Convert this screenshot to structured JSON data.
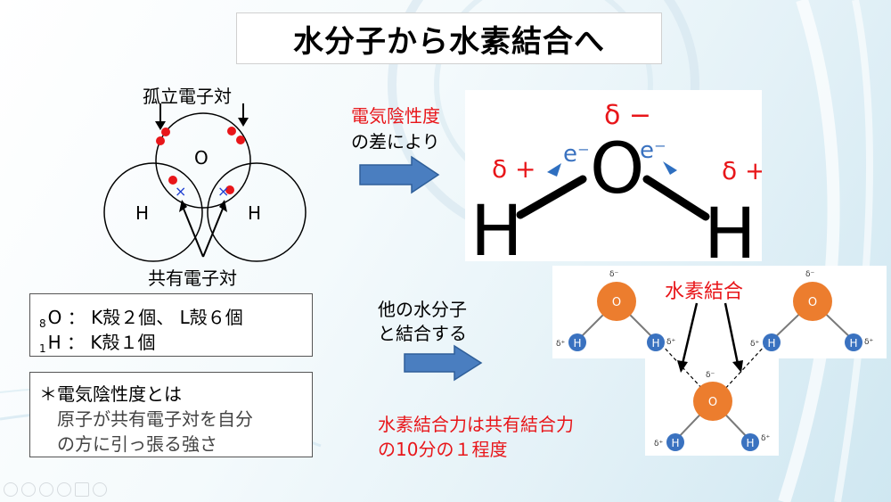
{
  "title": "水分子から水素結合へ",
  "diagram_left": {
    "lone_pair_label": "孤立電子対",
    "shared_pair_label": "共有電子対",
    "atom_O": "O",
    "atom_H_left": "H",
    "atom_H_right": "H"
  },
  "electron_info": {
    "line1_sub": "8",
    "line1_text": "O ： K殻２個、 L殻６個",
    "line2_sub": "1",
    "line2_text": "H ： K殻１個"
  },
  "definition": {
    "heading": "＊電気陰性度とは",
    "body_line1": "原子が共有電子対を自分",
    "body_line2": "の方に引っ張る強さ"
  },
  "polarity": {
    "caption_red": "電気陰性度",
    "caption_black": "の差により",
    "delta_minus": "δ −",
    "delta_plus_left": "δ +",
    "delta_plus_right": "δ +",
    "atom_O": "O",
    "atom_H_left": "H",
    "atom_H_right": "H",
    "electron_left": "e⁻",
    "electron_right": "e⁻"
  },
  "hbond": {
    "caption_line1": "他の水分子",
    "caption_line2": "と結合する",
    "hbond_label": "水素結合",
    "note_line1": "水素結合力は共有結合力",
    "note_line2": "の10分の１程度",
    "atom_O": "O",
    "atom_H": "H",
    "delta_minus_small": "δ⁻",
    "delta_plus_small": "δ⁺"
  },
  "colors": {
    "accent_red": "#e8161a",
    "arrow_blue": "#4a7ec0",
    "oxygen_orange": "#ec7d2e",
    "hydrogen_blue": "#3a72c0"
  }
}
